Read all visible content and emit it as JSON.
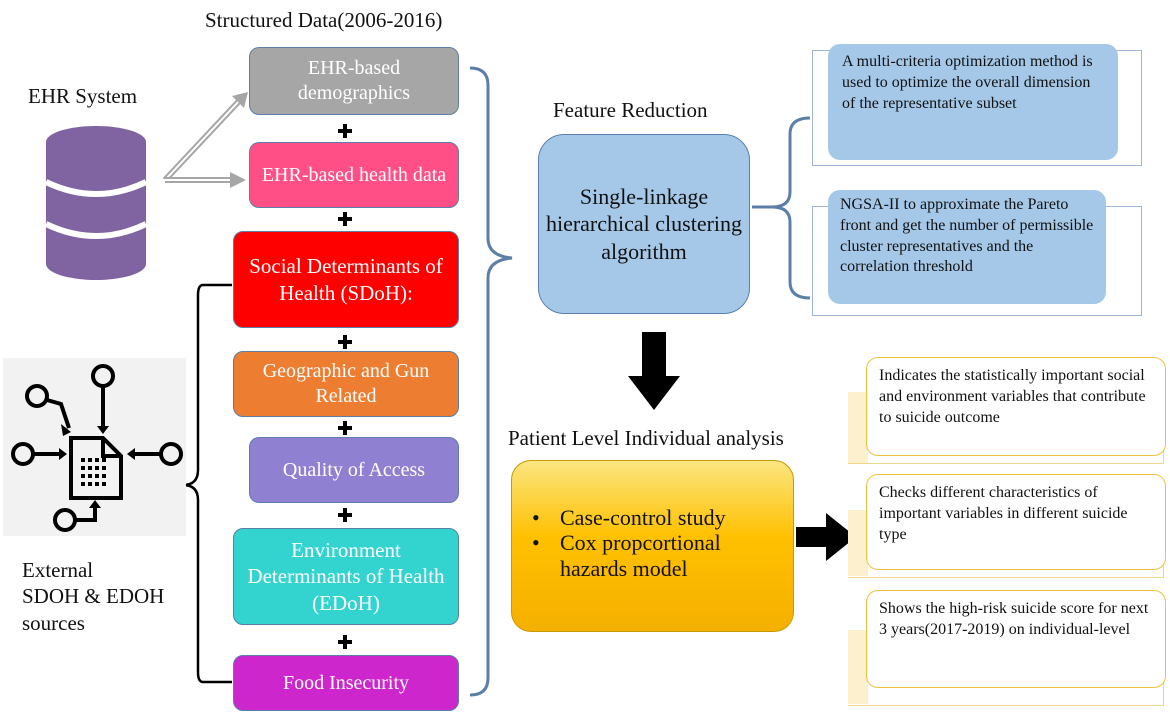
{
  "title": "Structured Data(2006-2016)",
  "ehr_system_label": "EHR System",
  "external_label": [
    "External",
    "SDOH & EDOH",
    "sources"
  ],
  "data_boxes": [
    {
      "text": "EHR-based demographics",
      "color": "#a6a6a6"
    },
    {
      "text": "EHR-based health data",
      "color": "#ff4f86"
    },
    {
      "text": "Social Determinants of Health (SDoH):",
      "color": "#ff0000"
    },
    {
      "text": "Geographic and Gun Related",
      "color": "#ed7d31"
    },
    {
      "text": "Quality of Access",
      "color": "#8f80d1"
    },
    {
      "text": "Environment Determinants of Health (EDoH)",
      "color": "#33d3cf"
    },
    {
      "text": "Food Insecurity",
      "color": "#cc26cc"
    }
  ],
  "feature_reduction_title": "Feature Reduction",
  "clustering_box": "Single-linkage hierarchical clustering algorithm",
  "optimization_notes": [
    "A multi-criteria optimization method is used to optimize the overall dimension of the representative subset",
    "NGSA-II to approximate the Pareto front and get the number of permissible cluster representatives and the correlation threshold"
  ],
  "analysis_title": "Patient Level Individual analysis",
  "analysis_items": [
    "Case-control study",
    "Cox propcortional hazards model"
  ],
  "outcome_notes": [
    "Indicates the statistically important social and environment variables that contribute to suicide outcome",
    "Checks different characteristics of important variables in different suicide type",
    "Shows the high-risk suicide score for next 3 years(2017-2019) on individual-level"
  ],
  "colors": {
    "blue_box": "#a5c8e8",
    "yellow_box": "#ffc000",
    "database": "#8064a2",
    "bracket": "#5b7fa8"
  }
}
